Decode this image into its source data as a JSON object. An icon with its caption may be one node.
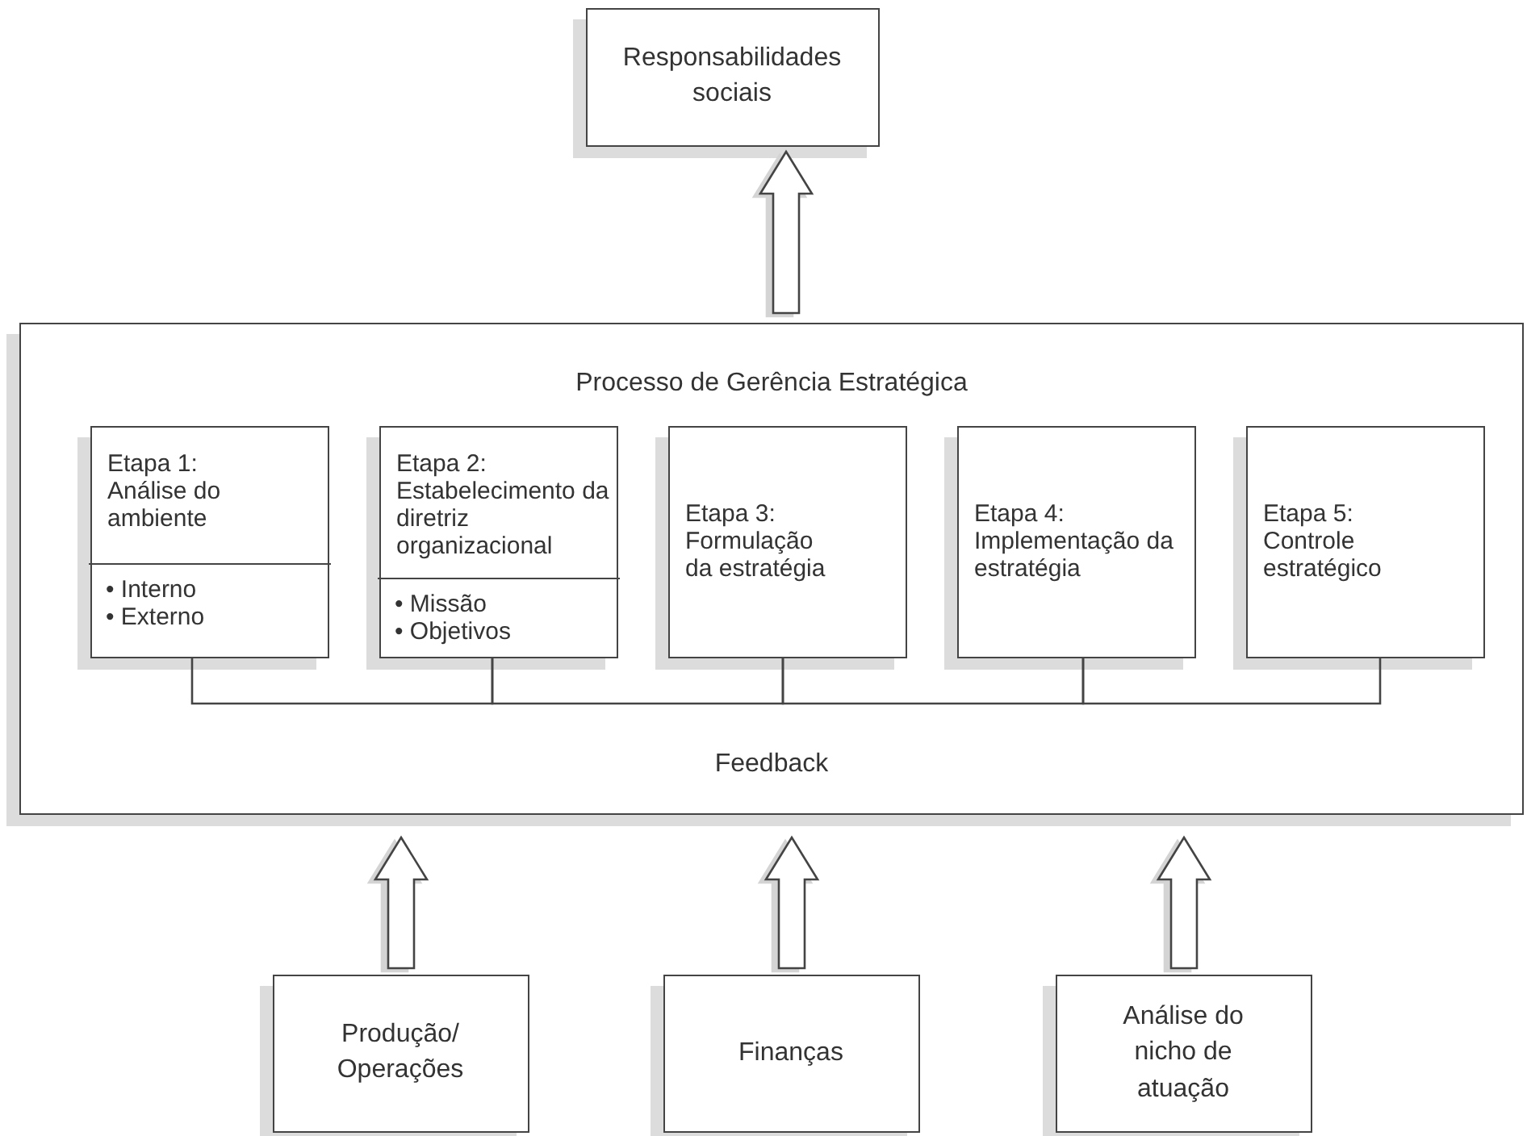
{
  "diagram": {
    "nodes": [
      {
        "text": [
          "Responsabilidades sociais"
        ]
      },
      {
        "text": [
          "Processo de Gerência Estratégica",
          "Feedback"
        ]
      },
      {
        "text": [
          "Etapa 1: Análise do ambiente",
          "• Interno",
          "• Externo"
        ],
        "in": 1
      },
      {
        "text": [
          "Etapa 2: Estabelecimento da diretriz organizacional",
          "• Missão",
          "• Objetivos"
        ],
        "in": 1
      },
      {
        "text": [
          "Etapa 3: Formulação da estratégia"
        ],
        "in": 1
      },
      {
        "text": [
          "Etapa 4: Implementação da estratégia"
        ],
        "in": 1
      },
      {
        "text": [
          "Etapa 5: Controle estratégico"
        ],
        "in": 1
      },
      {
        "text": [
          "Produção/ Operações"
        ]
      },
      {
        "text": [
          "Finanças"
        ]
      },
      {
        "text": [
          "Análise do nicho de atuação"
        ]
      }
    ],
    "edges": [
      {
        "from": 1,
        "to": 0,
        "arrow": "to",
        "style": "thick"
      },
      {
        "from": 2,
        "to": 3,
        "arrow": "none"
      },
      {
        "from": 3,
        "to": 4,
        "arrow": "none"
      },
      {
        "from": 4,
        "to": 5,
        "arrow": "none"
      },
      {
        "from": 5,
        "to": 6,
        "arrow": "none"
      },
      {
        "from": 7,
        "to": 1,
        "arrow": "to",
        "style": "thick"
      },
      {
        "from": 8,
        "to": 1,
        "arrow": "to",
        "style": "thick"
      },
      {
        "from": 9,
        "to": 1,
        "arrow": "to",
        "style": "thick"
      }
    ]
  }
}
